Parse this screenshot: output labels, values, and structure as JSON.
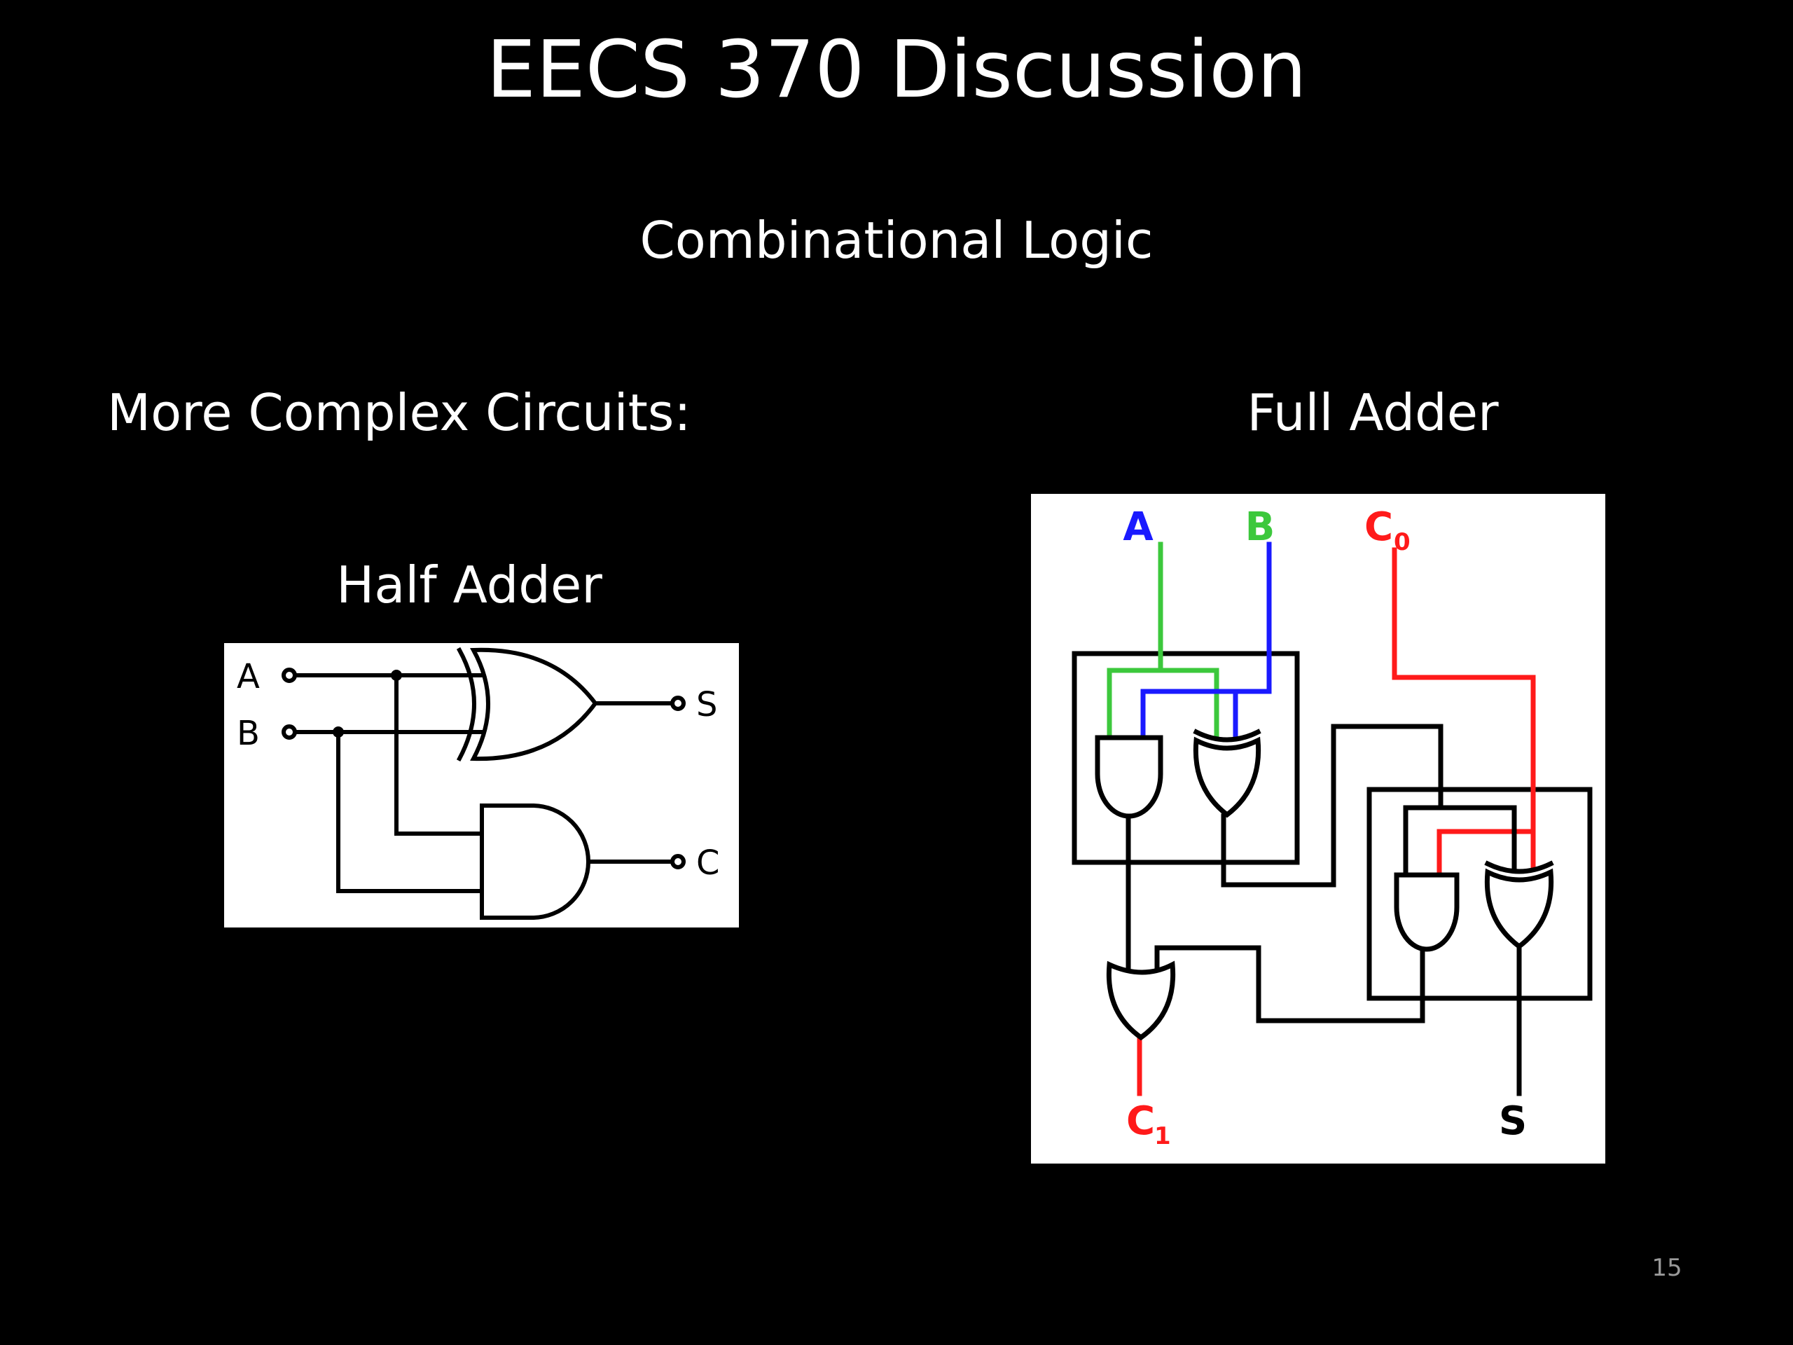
{
  "slide": {
    "title": "EECS 370 Discussion",
    "subtitle": "Combinational Logic",
    "intro": "More Complex Circuits:",
    "page_number": "15"
  },
  "half_adder": {
    "heading": "Half Adder",
    "input_a": "A",
    "input_b": "B",
    "output_s": "S",
    "output_c": "C"
  },
  "full_adder": {
    "heading": "Full Adder",
    "input_a": "A",
    "input_b": "B",
    "input_c": "C",
    "input_c_sub": "0",
    "output_c": "C",
    "output_c_sub": "1",
    "output_s": "S"
  },
  "colors": {
    "background": "#000000",
    "text": "#ffffff",
    "wire_a": "#3cc83c",
    "wire_b": "#1a1aff",
    "wire_carry": "#ff1a1a",
    "wire_default": "#000000"
  }
}
